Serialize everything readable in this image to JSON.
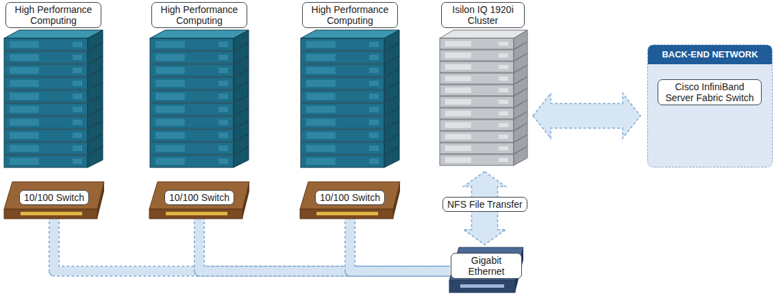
{
  "diagram": {
    "nodes": [
      {
        "text": [
          "High Performance Computing"
        ]
      },
      {
        "text": [
          "High Performance Computing"
        ]
      },
      {
        "text": [
          "High Performance Computing"
        ]
      },
      {
        "text": [
          "Isilon IQ 1920i Cluster"
        ]
      },
      {
        "text": [
          "BACK-END NETWORK"
        ]
      },
      {
        "text": [
          "Cisco InfiniBand Server Fabric Switch"
        ],
        "in": 4
      },
      {
        "text": [
          "10/100 Switch"
        ]
      },
      {
        "text": [
          "10/100 Switch"
        ]
      },
      {
        "text": [
          "10/100 Switch"
        ]
      },
      {
        "text": [
          "Gigabit Ethernet"
        ]
      }
    ],
    "edges": [
      {
        "from": 6,
        "to": 9,
        "arrow": "none"
      },
      {
        "from": 7,
        "to": 9,
        "arrow": "none"
      },
      {
        "from": 8,
        "to": 9,
        "arrow": "none"
      },
      {
        "from": 3,
        "to": 9,
        "label": "NFS File Transfer",
        "arrow": "both"
      },
      {
        "from": 3,
        "to": 4,
        "arrow": "both"
      }
    ]
  }
}
